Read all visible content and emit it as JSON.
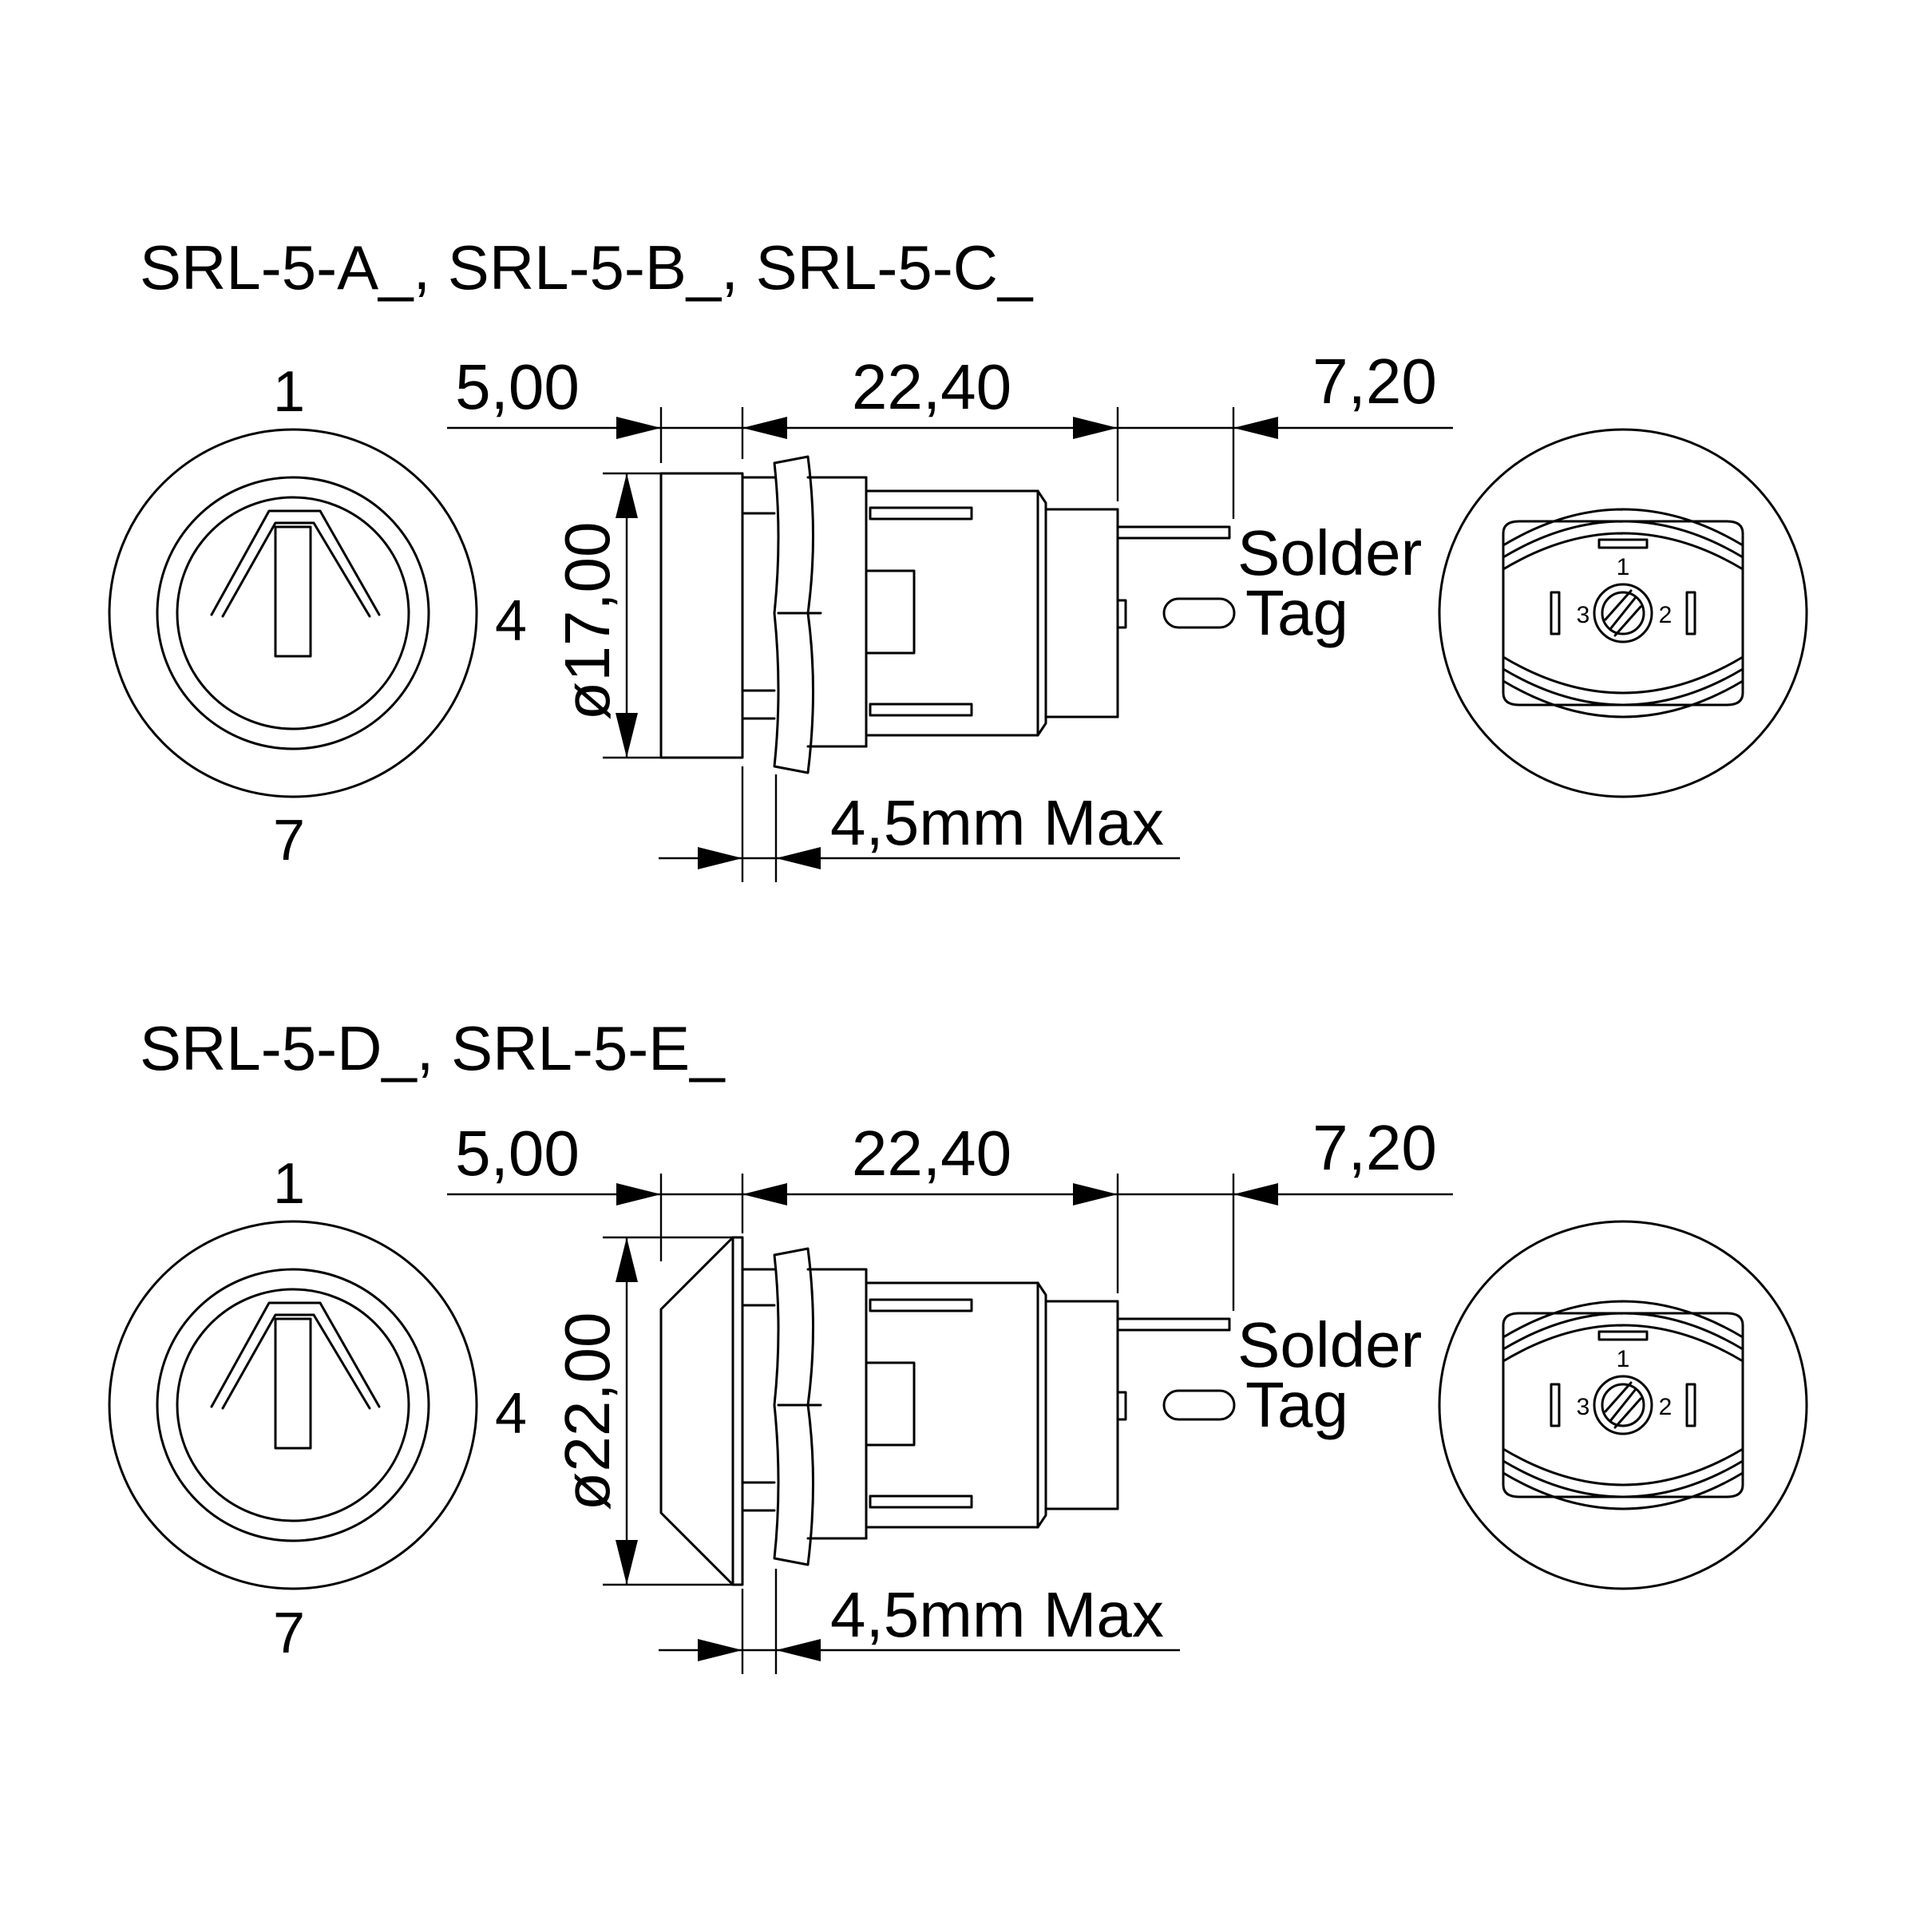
{
  "colors": {
    "line": "#000000",
    "background": "#ffffff"
  },
  "variants": [
    {
      "title": "SRL-5-A_, SRL-5-B_, SRL-5-C_",
      "front_labels": {
        "top": "1",
        "right": "4",
        "bottom": "7"
      },
      "dimensions": {
        "bezel_depth": "5,00",
        "body_length": "22,40",
        "terminal_length": "7,20",
        "diameter": "ø17,00",
        "panel_thickness": "4,5mm Max"
      },
      "terminal_labels": {
        "line1": "Solder",
        "line2": "Tag"
      },
      "rear_labels": {
        "left": "3",
        "right": "2",
        "top": "1"
      }
    },
    {
      "title": "SRL-5-D_, SRL-5-E_",
      "front_labels": {
        "top": "1",
        "right": "4",
        "bottom": "7"
      },
      "dimensions": {
        "bezel_depth": "5,00",
        "body_length": "22,40",
        "terminal_length": "7,20",
        "diameter": "ø22,00",
        "panel_thickness": "4,5mm Max"
      },
      "terminal_labels": {
        "line1": "Solder",
        "line2": "Tag"
      },
      "rear_labels": {
        "left": "3",
        "right": "2",
        "top": "1"
      }
    }
  ]
}
